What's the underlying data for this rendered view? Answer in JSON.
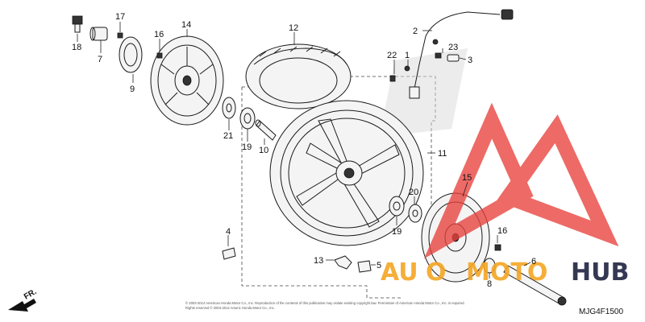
{
  "diagram": {
    "callouts": [
      "18",
      "17",
      "7",
      "9",
      "16",
      "14",
      "12",
      "2",
      "22",
      "1",
      "23",
      "3",
      "21",
      "19",
      "10",
      "11",
      "15",
      "20",
      "19",
      "4",
      "13",
      "5",
      "16",
      "8",
      "6"
    ],
    "diagram_code": "MJG4F1500",
    "direction_label": "FR.",
    "copyright": "© 2003-2014 American Honda Motor Co., Inc. Reproduction of the contents of this publication may violate existing copyright law. Permission of American Honda Motor Co., Inc. is required.",
    "copyright_line2": "Rights reserved © 2004-2014 Americ Honda Motor Co., Inc.",
    "watermark": {
      "text_left": "AU",
      "text_o": "O",
      "text_moto": "MOTO",
      "text_hub": "HUB",
      "orange": "#f5a623",
      "dark": "#1f2340",
      "red": "#e8413c"
    }
  }
}
